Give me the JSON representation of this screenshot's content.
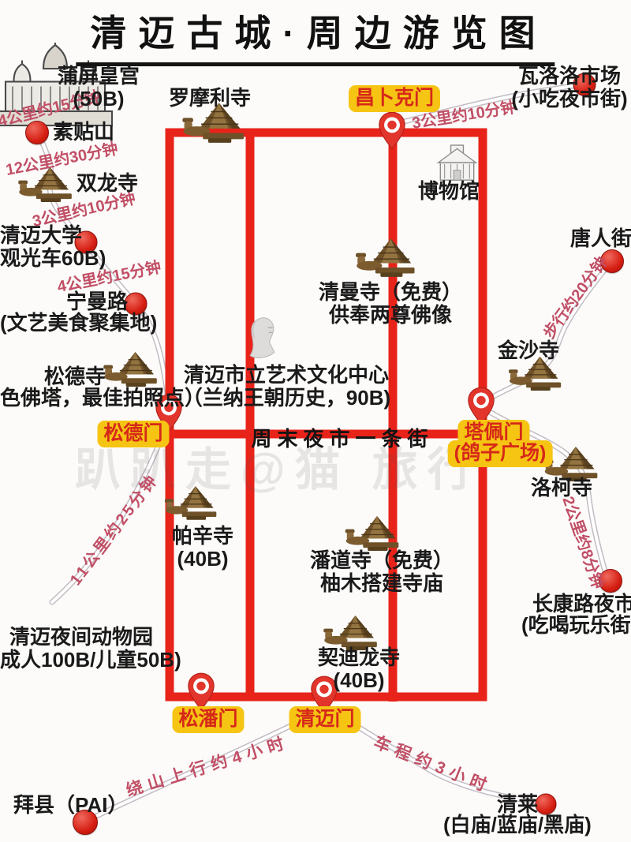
{
  "title": "清迈古城·周边游览图",
  "watermark": "趴趴走@猫 旅行",
  "street_label": "周末夜市一条街",
  "colors": {
    "wall_red": "#e8231a",
    "gate_bg": "#f6c413",
    "gate_text": "#d6281a",
    "road_label_pink": "#c14f66",
    "dot_red": "#d51d11",
    "temple_brown": "#6e5128"
  },
  "gates": {
    "changpuke": "昌卜克门",
    "songde": "松德门",
    "tapae": "塔佩门",
    "tapae_sub": "(鸽子广场)",
    "songpan": "松潘门",
    "chiangmai": "清迈门"
  },
  "pois": {
    "puping": {
      "name": "蒲屏皇宫",
      "sub": "(50B)"
    },
    "suthep": {
      "name": "素贴山"
    },
    "shuanglong": {
      "name": "双龙寺"
    },
    "cmu": {
      "name": "清迈大学",
      "sub": "观光车60B)"
    },
    "nimman": {
      "name": "宁曼路",
      "sub": "(文艺美食聚集地)"
    },
    "songde_temple": {
      "name": "松德寺",
      "sub": "色佛塔，最佳拍照点）"
    },
    "lamoli": {
      "name": "罗摩利寺"
    },
    "qingman": {
      "name": "清曼寺（免费）",
      "sub": "供奉两尊佛像"
    },
    "art_center": {
      "name": "清迈市立艺术文化中心",
      "sub": "（兰纳王朝历史，90B)"
    },
    "museum": {
      "name": "博物馆"
    },
    "warorot": {
      "name": "瓦洛洛市场",
      "sub": "(小吃夜市街)"
    },
    "chinatown": {
      "name": "唐人街"
    },
    "jinsha": {
      "name": "金沙寺"
    },
    "lokoli": {
      "name": "洛柯寺"
    },
    "changklan": {
      "name": "长康路夜市",
      "sub": "(吃喝玩乐街"
    },
    "phrasingh": {
      "name": "帕辛寺",
      "sub": "(40B)"
    },
    "phandao": {
      "name": "潘道寺（免费）",
      "sub": "柚木搭建寺庙"
    },
    "chedi_luang": {
      "name": "契迪龙寺",
      "sub": "(40B)"
    },
    "night_zoo": {
      "name": "清迈夜间动物园",
      "sub": "成人100B/儿童50B)"
    },
    "pai": {
      "name": "拜县（PAI）"
    },
    "chiangrai": {
      "name": "清莱",
      "sub": "(白庙/蓝庙/黑庙)"
    }
  },
  "road_labels": {
    "r1": "4公里约15分钟",
    "r2": "12公里约30分钟",
    "r3": "3公里约10分钟",
    "r4": "4公里约15分钟",
    "r5": "3公里约10分钟",
    "r6": "步行约20分钟",
    "r7": "2公里约8分钟",
    "r8": "11公里约25分钟",
    "r9": "绕山上行约4小时",
    "r10": "车程约3小时"
  }
}
